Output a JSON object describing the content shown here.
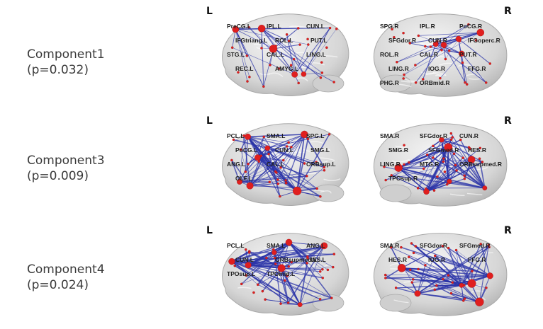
{
  "components": [
    {
      "name": "Component1",
      "pvalue": "(p=0.032)",
      "left": {
        "letter": "L",
        "labels": [
          "PreCG.L",
          "IPL.L",
          "CUN.L",
          "IFGtriang.L",
          "ROL.L",
          "PUT.L",
          "STG.L",
          "CAL.L",
          "LING.L",
          "REC.L",
          "AMYG.L"
        ]
      },
      "right": {
        "letter": "R",
        "labels": [
          "SPG.R",
          "IPL.R",
          "PoCG.R",
          "SFGdor.R",
          "CUN.R",
          "IFGoperc.R",
          "ROL.R",
          "CAL.R",
          "PUT.R",
          "LING.R",
          "IOG.R",
          "FFG.R",
          "PHG.R",
          "ORBmid.R"
        ]
      }
    },
    {
      "name": "Component3",
      "pvalue": "(p=0.009)",
      "left": {
        "letter": "L",
        "labels": [
          "PCL.L",
          "SMA.L",
          "SPG.L",
          "PoCG.L",
          "CUN.L",
          "SMG.L",
          "ANG.L",
          "CAL.L",
          "ORBsup.L",
          "OLF.L"
        ]
      },
      "right": {
        "letter": "R",
        "labels": [
          "SMA.R",
          "SFGdor.R",
          "CUN.R",
          "SMG.R",
          "SFGmed.R",
          "HES.R",
          "LING.R",
          "MTG.R",
          "ORBsupmed.R",
          "TPOsup.R"
        ]
      }
    },
    {
      "name": "Component4",
      "pvalue": "(p=0.024)",
      "left": {
        "letter": "L",
        "labels": [
          "PCL.L",
          "SMA.L",
          "ANG.L",
          "CUN.L",
          "ORBsupmed.L",
          "INS.L",
          "TPOsup.L",
          "TPOmid.L"
        ]
      },
      "right": {
        "letter": "R",
        "labels": [
          "SMA.R",
          "SFGdor.R",
          "SFGmed.R",
          "HES.R",
          "IOG.R",
          "FFG.R"
        ]
      }
    }
  ],
  "colors": {
    "node": "#e01f1f",
    "edge": "#2b34a8",
    "brain": "#d6d6d6",
    "label": "#3a3a3a"
  }
}
